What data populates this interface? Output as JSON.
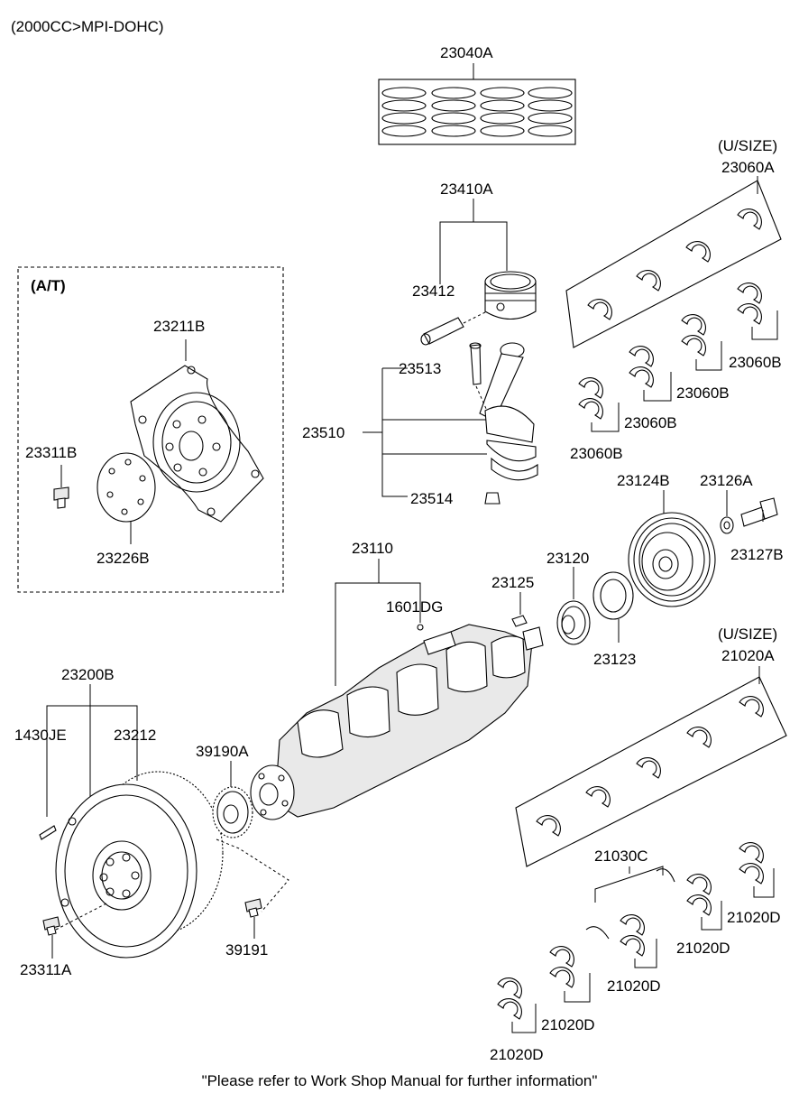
{
  "header": {
    "engine": "(2000CC>MPI-DOHC)"
  },
  "at_box": {
    "title": "(A/T)"
  },
  "labels": {
    "p23040A": "23040A",
    "p23410A": "23410A",
    "p23412": "23412",
    "p23513": "23513",
    "p23510": "23510",
    "p23514": "23514",
    "usize1": "(U/SIZE)",
    "p23060A": "23060A",
    "p23060B_1": "23060B",
    "p23060B_2": "23060B",
    "p23060B_3": "23060B",
    "p23060B_4": "23060B",
    "p23211B": "23211B",
    "p23311B": "23311B",
    "p23226B": "23226B",
    "p23124B": "23124B",
    "p23126A": "23126A",
    "p23127B": "23127B",
    "p23110": "23110",
    "p23125": "23125",
    "p23120": "23120",
    "p1601DG": "1601DG",
    "p23123": "23123",
    "usize2": "(U/SIZE)",
    "p21020A": "21020A",
    "p23200B": "23200B",
    "p1430JE": "1430JE",
    "p23212": "23212",
    "p39190A": "39190A",
    "p21030C": "21030C",
    "p21020D_1": "21020D",
    "p21020D_2": "21020D",
    "p21020D_3": "21020D",
    "p21020D_4": "21020D",
    "p21020D_5": "21020D",
    "p39191": "39191",
    "p23311A": "23311A"
  },
  "footer": {
    "note": "\"Please refer to Work Shop Manual for further information\""
  }
}
